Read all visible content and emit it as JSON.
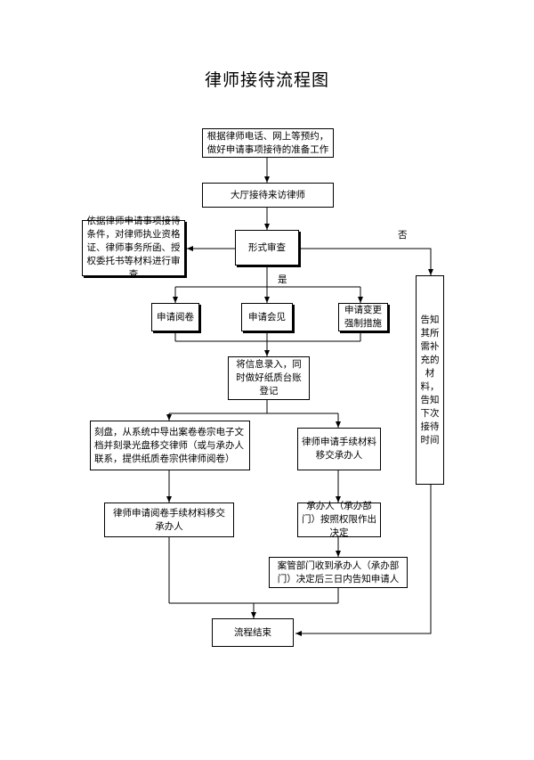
{
  "title": "律师接待流程图",
  "nodes": {
    "prepare": "根据律师电话、网上等预约，做好申请事项接待的准备工作",
    "reception": "大厅接待来访律师",
    "check": "形式审查",
    "criteria": "依据律师申请事项接待条件，对律师执业资格证、律师事务所函、授权委托书等材料进行审查",
    "read": "申请阅卷",
    "meet": "申请会见",
    "change": "申请变更强制措施",
    "record": "将信息录入，同时做好纸质台账登记",
    "burn": "刻盘，从系统中导出案卷卷宗电子文档并刻录光盘移交律师（或与承办人联系，提供纸质卷宗供律师阅卷）",
    "handover": "律师申请手续材料移交承办人",
    "read_handover": "律师申请阅卷手续材料移交承办人",
    "decide": "承办人（承办部门）按照权限作出决定",
    "notify": "案管部门收到承办人（承办部门）决定后三日内告知申请人",
    "supplement": "告知其所需补充的材料，告知下次接待时间",
    "end": "流程结束"
  },
  "labels": {
    "yes": "是",
    "no": "否"
  }
}
